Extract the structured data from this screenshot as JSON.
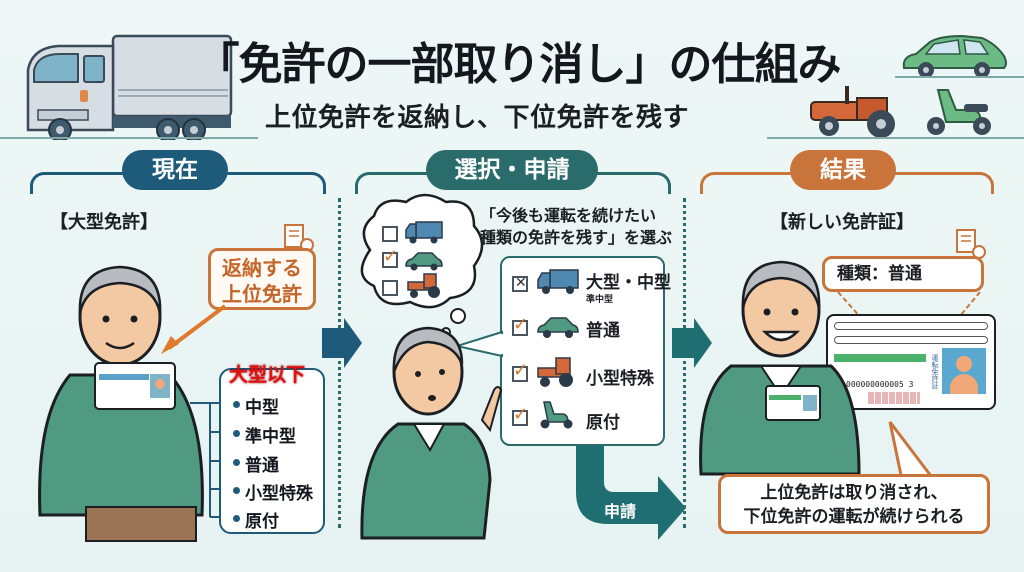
{
  "header": {
    "title": "「免許の一部取り消し」の仕組み",
    "subtitle": "上位免許を返納し、下位免許を残す"
  },
  "colors": {
    "current": "#1e5a7a",
    "selection": "#2a6b6b",
    "result": "#c8743a",
    "sweater": "#4f9a80",
    "accent_red": "#e01010"
  },
  "sections": {
    "current": {
      "label": "現在",
      "heading": "【大型免許】",
      "callout": [
        "返納する",
        "上位免許"
      ],
      "list_header": "大型以下",
      "list_items": [
        "中型",
        "準中型",
        "普通",
        "小型特殊",
        "原付"
      ]
    },
    "selection": {
      "label": "選択・申請",
      "quote": [
        "「今後も運転を続けたい",
        "種類の免許を残す」を選ぶ"
      ],
      "thought_items": [
        {
          "icon": "truck-icon",
          "checked": false
        },
        {
          "icon": "car-icon",
          "checked": true
        },
        {
          "icon": "tractor-icon",
          "checked": false
        }
      ],
      "options": [
        {
          "label": "大型・中型",
          "sub": "準中型",
          "state": "crossed",
          "icon": "truck-icon"
        },
        {
          "label": "普通",
          "state": "checked",
          "icon": "car-icon"
        },
        {
          "label": "小型特殊",
          "state": "checked",
          "icon": "tractor-icon"
        },
        {
          "label": "原付",
          "state": "checked",
          "icon": "scooter-icon"
        }
      ],
      "apply_label": "申請"
    },
    "result": {
      "label": "結果",
      "heading": "【新しい免許証】",
      "type_label": "種類：普通",
      "card_number": "000000000005 3",
      "card_vertical_label": "運転免許証",
      "summary": [
        "上位免許は取り消され、",
        "下位免許の運転が続けられる"
      ]
    }
  }
}
